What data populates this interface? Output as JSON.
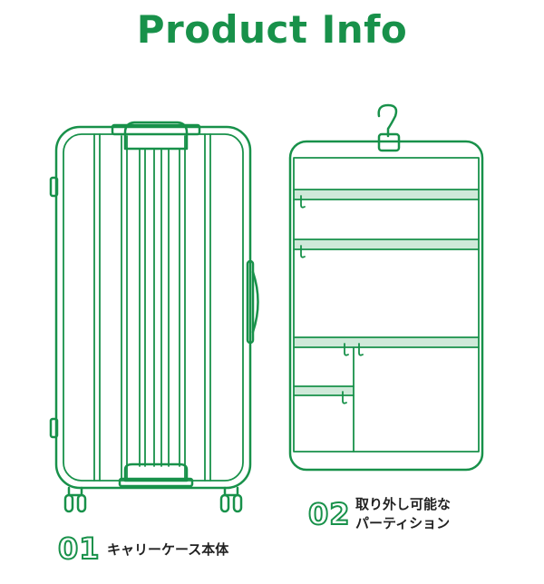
{
  "title": "Product Info",
  "colors": {
    "line": "#18914a",
    "band": "#cfe9d9",
    "text": "#222222"
  },
  "items": [
    {
      "number": "01",
      "caption": "キャリーケース本体"
    },
    {
      "number": "02",
      "caption_line1": "取り外し可能な",
      "caption_line2": "パーティション"
    }
  ]
}
